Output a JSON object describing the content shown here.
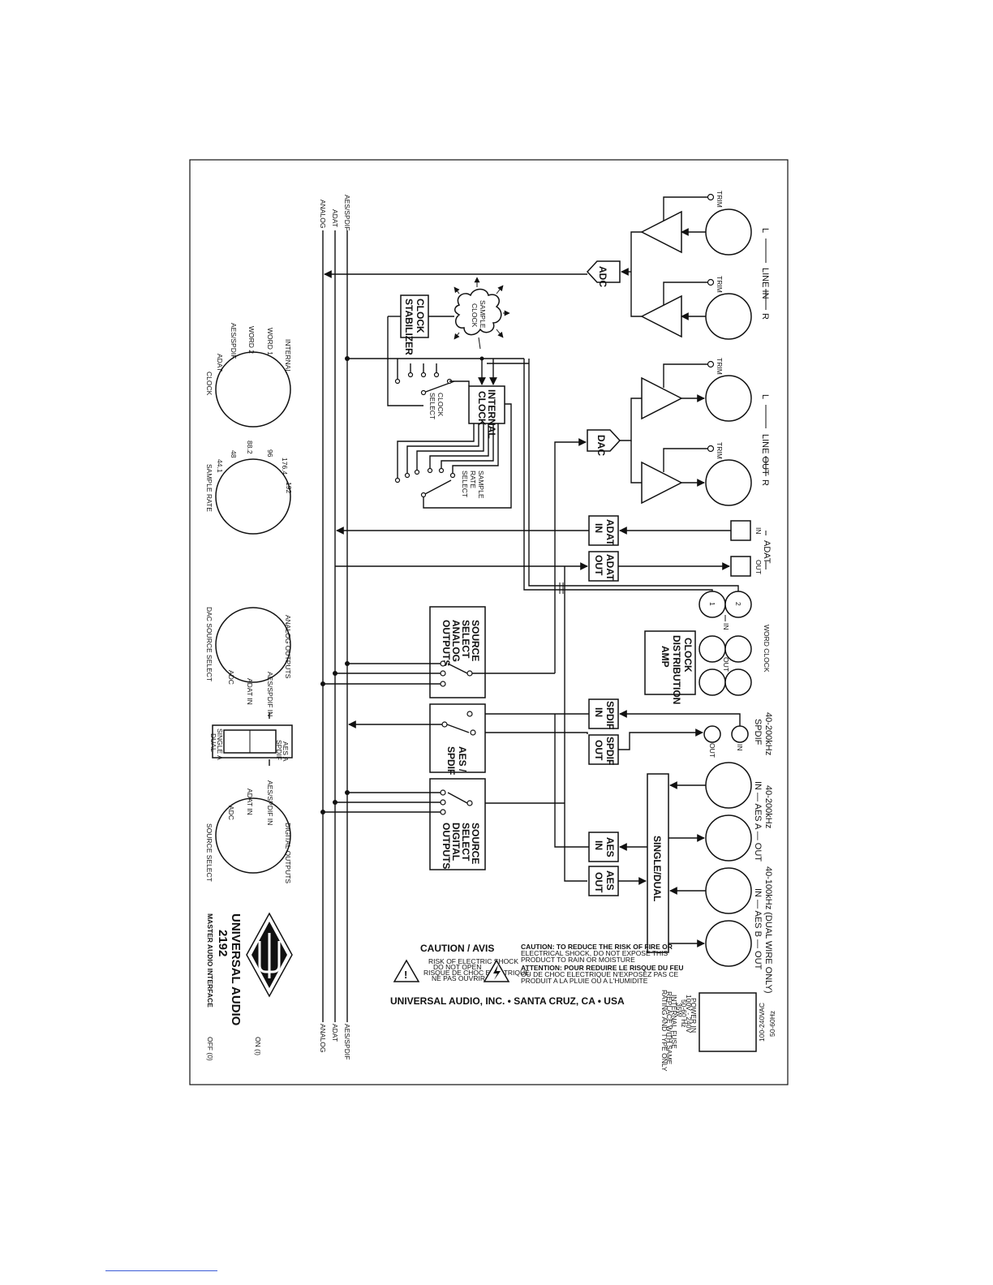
{
  "brand": {
    "name": "UNIVERSAL AUDIO",
    "model": "2192",
    "subtitle": "MASTER AUDIO INTERFACE",
    "logo": "ua-diamond-logo",
    "company_line": "UNIVERSAL AUDIO, INC. • SANTA CRUZ, CA • USA"
  },
  "power": {
    "on": "ON (I)",
    "off": "OFF (0)",
    "voltage": "100-240VAC",
    "frequency": "50-60Hz",
    "rating": [
      "POWER IN",
      "100V - 240V",
      "50-60 Hz",
      "35W",
      "INTERNAL FUSE",
      "REPLACE WITH SAME",
      "RATING AND TYPE ONLY"
    ]
  },
  "caution": {
    "title": "CAUTION / AVIS",
    "shock": [
      "RISK OF ELECTRIC SHOCK",
      "DO NOT OPEN",
      "RISQUE DE CHOC ELECTRIQUE",
      "NE PAS OUVRIR"
    ],
    "warn_en": [
      "CAUTION: TO REDUCE THE RISK OF FIRE OR",
      "ELECTRICAL SHOCK, DO NOT EXPOSE THIS",
      "PRODUCT TO RAIN OR MOISTURE"
    ],
    "warn_fr": [
      "ATTENTION: POUR REDUIRE LE RISQUE DU FEU",
      "OU DE CHOC ELECTRIQUE N'EXPOSEZ PAS CE",
      "PRODUIT A LA PLUIE OU A L'HUMIDITE"
    ]
  },
  "buses": [
    "AES/SPDIF",
    "ADAT",
    "ANALOG"
  ],
  "knobs": {
    "clock": {
      "title": "CLOCK",
      "options": [
        "ADAT",
        "AES/SPDIF",
        "WORD 2",
        "WORD 1",
        "INTERNAL"
      ]
    },
    "sample_rate": {
      "title": "SAMPLE RATE",
      "options": [
        "44.1",
        "48",
        "88.2",
        "96",
        "176.4",
        "192"
      ]
    },
    "dac_source": {
      "title": "DAC SOURCE SELECT",
      "options": [
        "ADC",
        "ADAT IN",
        "AES/SPDIF IN",
        "ANALOG OUTPUTS"
      ]
    },
    "digital_source": {
      "title": "SOURCE SELECT",
      "options": [
        "ADC",
        "ADAT IN",
        "AES/SPDIF IN",
        "DIGITAL OUTPUTS"
      ]
    }
  },
  "switch": {
    "top_labels": [
      "AES A",
      "SPDIF"
    ],
    "bottom_labels": [
      "SINGLE A",
      "DUAL"
    ]
  },
  "blocks": {
    "adc": "ADC",
    "dac": "DAC",
    "sample_clock": [
      "SAMPLE",
      "CLOCK"
    ],
    "clock_stabilizer": [
      "CLOCK",
      "STABILIZER"
    ],
    "internal_clock": [
      "INTERNAL",
      "CLOCK"
    ],
    "clock_select": [
      "CLOCK",
      "SELECT"
    ],
    "sample_rate_select": [
      "SAMPLE",
      "RATE",
      "SELECT"
    ],
    "adat_in": [
      "ADAT",
      "IN"
    ],
    "adat_out": [
      "ADAT",
      "OUT"
    ],
    "spdif_in": [
      "SPDIF",
      "IN"
    ],
    "spdif_out": [
      "SPDIF",
      "OUT"
    ],
    "aes_in": [
      "AES",
      "IN"
    ],
    "aes_out": [
      "AES",
      "OUT"
    ],
    "clock_dist": [
      "CLOCK",
      "DISTRIBUTION",
      "AMP"
    ],
    "source_analog": [
      "SOURCE",
      "SELECT",
      "ANALOG",
      "OUTPUTS"
    ],
    "aes_spdif": [
      "AES /",
      "SPDIF"
    ],
    "source_digital": [
      "SOURCE",
      "SELECT",
      "DIGITAL",
      "OUTPUTS"
    ],
    "single_dual": "SINGLE/DUAL"
  },
  "connectors": {
    "trim": "TRIM",
    "line_in": "LINE IN",
    "line_out": "LINE OUT",
    "left": "L",
    "right": "R",
    "adat": "ADAT",
    "in": "IN",
    "out": "OUT",
    "word_clock": "WORD CLOCK",
    "wc1": "1",
    "wc2": "2",
    "spdif_rate": "40-200kHz",
    "spdif": "SPDIF",
    "aes_a_rate": "40-200kHz",
    "aes_a": "IN — AES A — OUT",
    "aes_b_rate": "40-100kHz (DUAL WIRE ONLY)",
    "aes_b": "IN — AES B — OUT"
  }
}
